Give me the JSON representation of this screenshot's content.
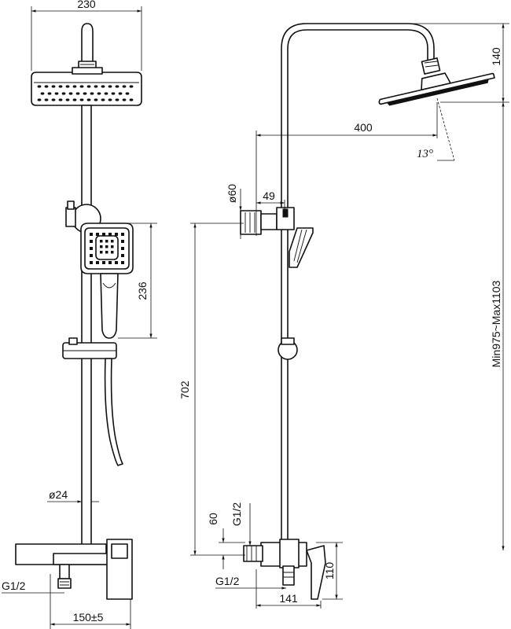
{
  "dimensions": {
    "head_width": "230",
    "head_height": "140",
    "arm_length": "400",
    "tilt_angle": "13°",
    "pipe_diameter": "ø60",
    "wall_offset": "49",
    "handshower_length": "236",
    "bracket_height": "702",
    "total_height": "Min975~Max1103",
    "rail_diameter": "ø24",
    "inlet_height": "60",
    "thread_top": "G1/2",
    "thread_left": "G1/2",
    "thread_bottom": "G1/2",
    "center_distance": "150±5",
    "mixer_depth": "141",
    "mixer_height": "110"
  }
}
